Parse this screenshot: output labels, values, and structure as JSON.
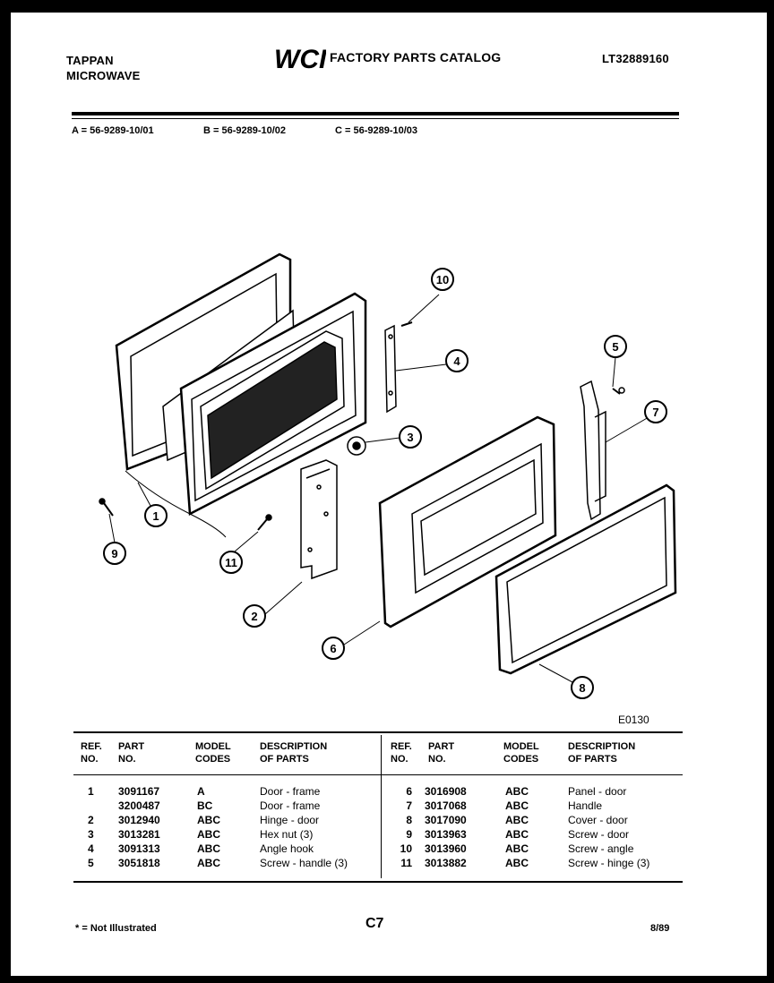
{
  "header": {
    "brand_line1": "TAPPAN",
    "brand_line2": "MICROWAVE",
    "logo_text": "WCI",
    "catalog_title": "FACTORY PARTS CATALOG",
    "model_number": "LT32889160"
  },
  "variants": {
    "a": "A = 56-9289-10/01",
    "b": "B = 56-9289-10/02",
    "c": "C = 56-9289-10/03"
  },
  "diagram": {
    "callouts": [
      "1",
      "2",
      "3",
      "4",
      "5",
      "6",
      "7",
      "8",
      "9",
      "10",
      "11"
    ],
    "code": "E0130"
  },
  "table": {
    "headers": {
      "ref": "REF.\nNO.",
      "part": "PART\nNO.",
      "model": "MODEL\nCODES",
      "desc": "DESCRIPTION\nOF PARTS"
    },
    "left": [
      {
        "ref": "1",
        "part": "3091167",
        "model": "A",
        "desc": "Door - frame"
      },
      {
        "ref": "",
        "part": "3200487",
        "model": "BC",
        "desc": "Door - frame"
      },
      {
        "ref": "2",
        "part": "3012940",
        "model": "ABC",
        "desc": "Hinge - door"
      },
      {
        "ref": "3",
        "part": "3013281",
        "model": "ABC",
        "desc": "Hex nut (3)"
      },
      {
        "ref": "4",
        "part": "3091313",
        "model": "ABC",
        "desc": "Angle hook"
      },
      {
        "ref": "5",
        "part": "3051818",
        "model": "ABC",
        "desc": "Screw - handle (3)"
      }
    ],
    "right": [
      {
        "ref": "6",
        "part": "3016908",
        "model": "ABC",
        "desc": "Panel - door"
      },
      {
        "ref": "7",
        "part": "3017068",
        "model": "ABC",
        "desc": "Handle"
      },
      {
        "ref": "8",
        "part": "3017090",
        "model": "ABC",
        "desc": "Cover - door"
      },
      {
        "ref": "9",
        "part": "3013963",
        "model": "ABC",
        "desc": "Screw - door"
      },
      {
        "ref": "10",
        "part": "3013960",
        "model": "ABC",
        "desc": "Screw - angle"
      },
      {
        "ref": "11",
        "part": "3013882",
        "model": "ABC",
        "desc": "Screw - hinge (3)"
      }
    ]
  },
  "footer": {
    "note": "* = Not Illustrated",
    "page": "C7",
    "date": "8/89"
  }
}
